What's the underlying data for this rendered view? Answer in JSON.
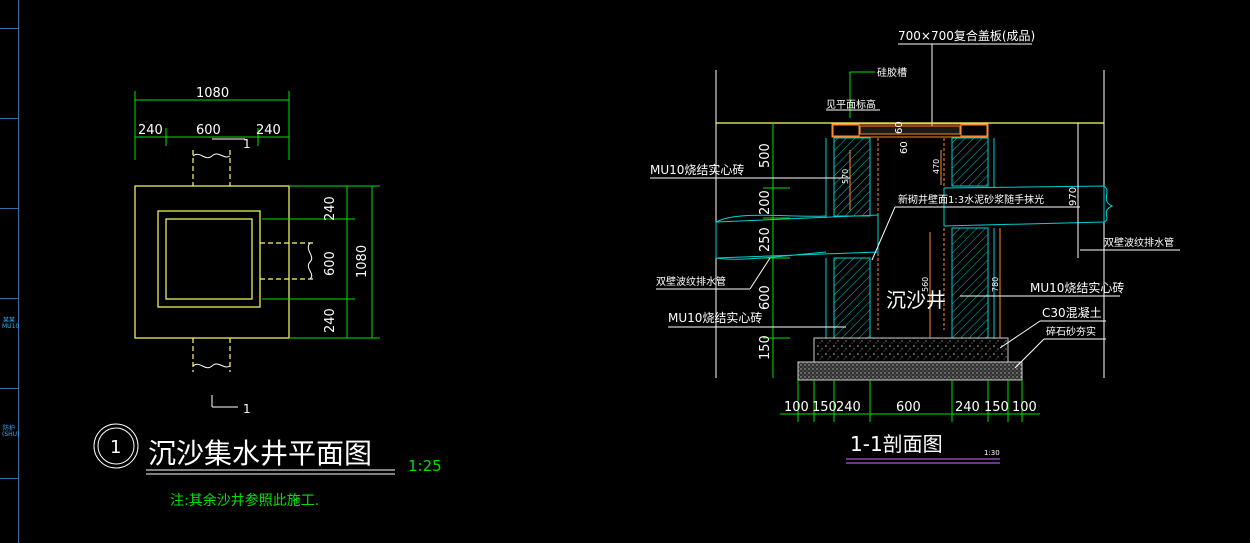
{
  "plan": {
    "dim_total_top": "1080",
    "dim_top_left": "240",
    "dim_top_mid": "600",
    "dim_top_right": "240",
    "dim_right_top": "240",
    "dim_right_mid": "600",
    "dim_right_bot": "240",
    "dim_right_total": "1080",
    "section_mark_top": "1",
    "section_mark_bot": "1",
    "title_number": "1",
    "title": "沉沙集水井平面图",
    "scale": "1:25",
    "note": "注:其余沙井参照此施工."
  },
  "section": {
    "cover_label": "700×700复合盖板(成品)",
    "marker_label": "硅胶槽",
    "level_label": "见平面标高",
    "top_dim_60a": "60",
    "top_dim_60b": "60",
    "left_dims": [
      "500",
      "200",
      "250",
      "600",
      "150"
    ],
    "right_dim": "970",
    "brick_upper_left": "MU10烧结实心砖",
    "plaster_note": "新砌井壁面1:3水泥砂浆随手抹光",
    "pipe_right": "双壁波纹排水管",
    "pipe_left": "双壁波纹排水管",
    "well_label": "沉沙井",
    "brick_right": "MU10烧结实心砖",
    "concrete": "C30混凝土",
    "gravel": "碎石砂夯实",
    "brick_lower_left": "MU10烧结实心砖",
    "bottom_dims": [
      "100",
      "150",
      "240",
      "600",
      "240",
      "150",
      "100"
    ],
    "inner_small_a": "570",
    "inner_small_b": "470",
    "inner_small_c": "780",
    "inner_small_d": "560",
    "title": "1-1剖面图",
    "scale": "1:30"
  },
  "sidebar": {
    "label_a": "某某\nMU10",
    "label_b": "防护\n(SHU)"
  },
  "colors": {
    "background": "#000000",
    "outline": "#ffff66",
    "dimension": "#00e000",
    "brick": "#00d0d0",
    "cover": "#ff8c2a",
    "text": "#ffffff",
    "title_underline": "#d070ff"
  }
}
